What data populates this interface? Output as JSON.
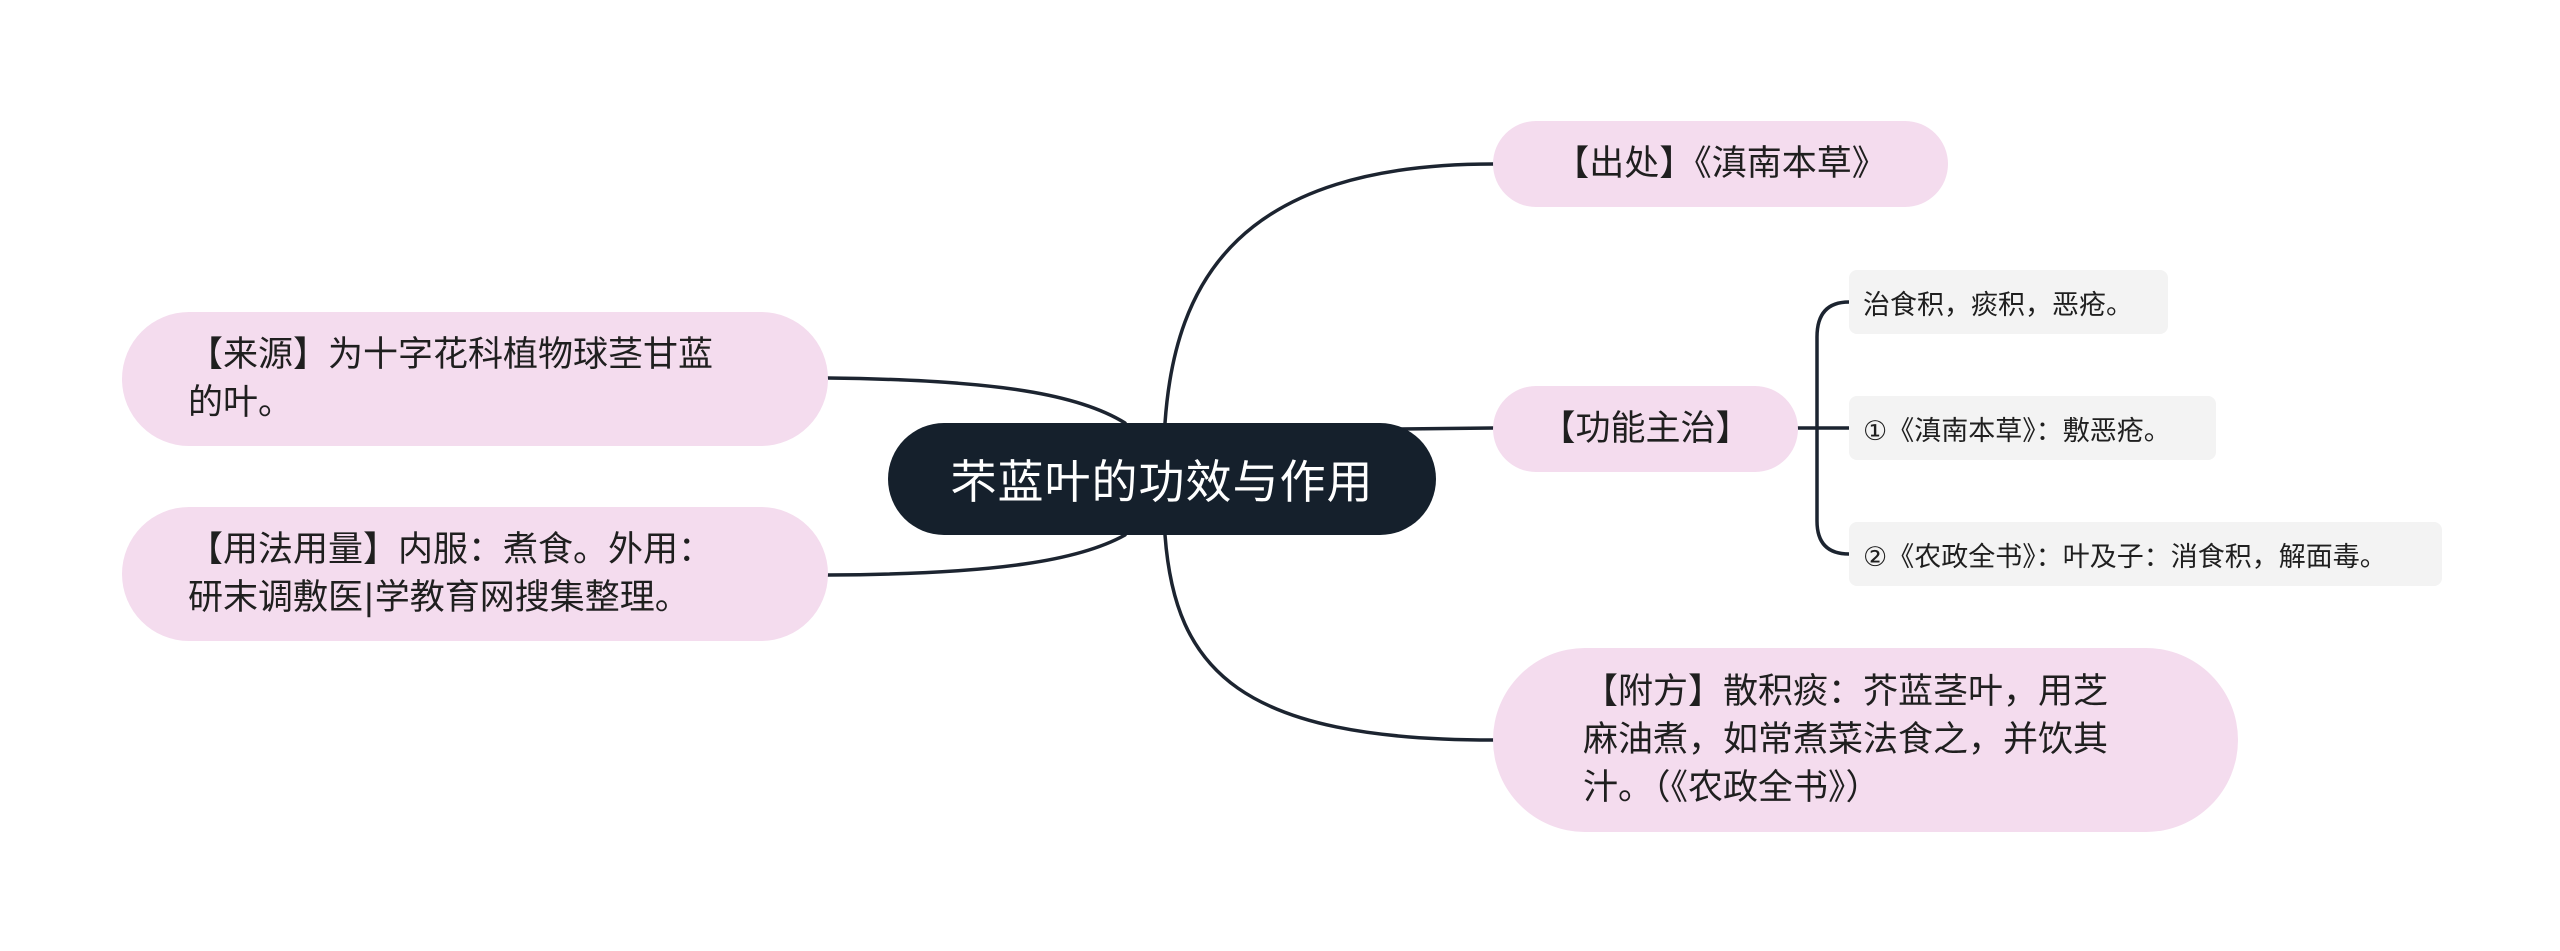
{
  "mindmap": {
    "root": "芣蓝叶的功效与作用",
    "left": {
      "source": "【来源】为十字花科植物球茎甘蓝\n的叶。",
      "usage": "【用法用量】内服：煮食。外用：\n研末调敷医|学教育网搜集整理。"
    },
    "right": {
      "origin": "【出处】《滇南本草》",
      "functions": {
        "label": "【功能主治】",
        "items": [
          "治食积，痰积，恶疮。",
          "①《滇南本草》：敷恶疮。",
          "②《农政全书》：叶及子：消食积，解面毒。"
        ]
      },
      "recipe": "【附方】散积痰：芥蓝茎叶，用芝\n麻油煮，如常煮菜法食之，并饮其\n汁。（《农政全书》）"
    }
  },
  "colors": {
    "root_fill": "#15202c",
    "root_text": "#ffffff",
    "topic_fill": "#f4dcee",
    "subtopic_fill": "#f3f3f3",
    "connector": "#1c2430"
  }
}
